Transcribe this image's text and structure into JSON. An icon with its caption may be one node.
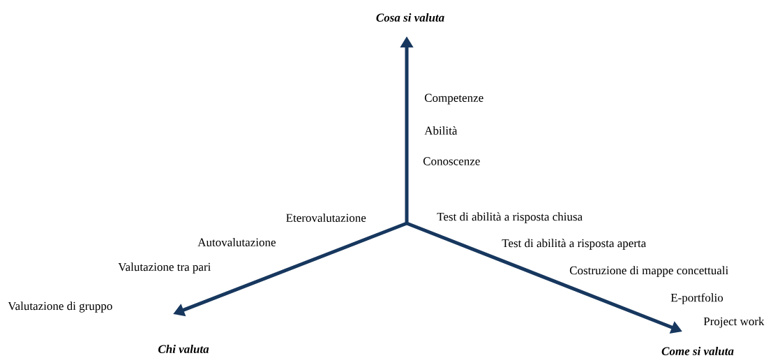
{
  "diagram": {
    "nodes": [
      {
        "text": [
          "Cosa si valuta"
        ]
      },
      {
        "text": [
          "Chi valuta"
        ]
      },
      {
        "text": [
          "Come si valuta"
        ]
      }
    ],
    "edges": [
      {
        "from": null,
        "to": 0,
        "arrow": "to"
      },
      {
        "from": null,
        "to": 1,
        "arrow": "to"
      },
      {
        "from": null,
        "to": 2,
        "arrow": "to"
      }
    ],
    "labels": [
      "Competenze",
      "Abilità",
      "Conoscenze",
      "Eterovalutazione",
      "Test di abilità a risposta chiusa",
      "Autovalutazione",
      "Test di abilità a risposta aperta",
      "Valutazione tra pari",
      "Costruzione di mappe concettuali",
      "E-portfolio",
      "Valutazione di gruppo",
      "Project work"
    ]
  }
}
